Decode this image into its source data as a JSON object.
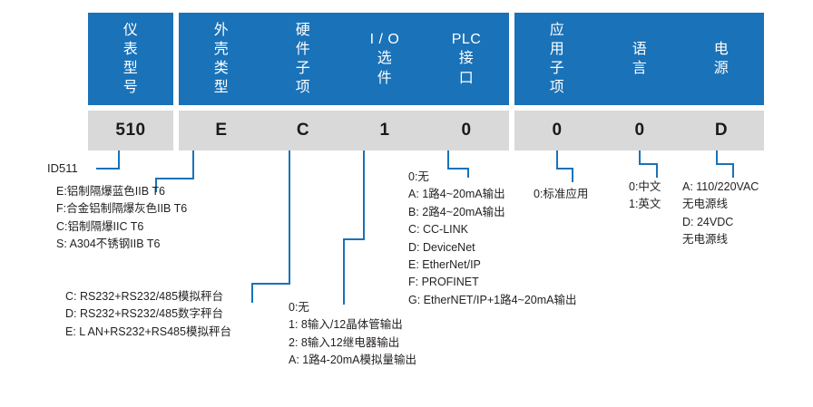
{
  "diagram": {
    "title": "ID511 model number configuration chart",
    "accent_color": "#1a72b8",
    "value_box_color": "#d9d9d9"
  },
  "segments": [
    {
      "id": "model",
      "header": "仪\n表\n型\n号",
      "value": "510"
    },
    {
      "id": "housing",
      "header": "外\n壳\n类\n型",
      "value": "E"
    },
    {
      "id": "hardware",
      "header": "硬\n件\n子\n项",
      "value": "C"
    },
    {
      "id": "io",
      "header": "I / O\n选\n件",
      "value": "1"
    },
    {
      "id": "plc",
      "header": "PLC\n接\n口",
      "value": "0"
    },
    {
      "id": "application",
      "header": "应\n用\n子\n项",
      "value": "0"
    },
    {
      "id": "language",
      "header": "语\n言",
      "value": "0"
    },
    {
      "id": "power",
      "header": "电\n源",
      "value": "D"
    }
  ],
  "notes": {
    "model": "ID511",
    "housing": "E:铝制隔爆蓝色IIB T6\nF:合金铝制隔爆灰色IIB T6\nC:铝制隔爆IIC T6\nS: A304不锈钢IIB T6",
    "hardware": "C: RS232+RS232/485模拟秤台\nD: RS232+RS232/485数字秤台\nE: L AN+RS232+RS485模拟秤台",
    "io": "0:无\n1: 8输入/12晶体管输出\n2: 8输入12继电器输出\nA: 1路4-20mA模拟量输出",
    "plc": "0:无\nA: 1路4~20mA输出\nB: 2路4~20mA输出\nC: CC-LINK\nD: DeviceNet\nE: EtherNet/IP\nF: PROFINET\nG: EtherNET/IP+1路4~20mA输出",
    "application": "0:标准应用",
    "language": "0:中文\n1:英文",
    "power": "A: 110/220VAC\n无电源线\nD: 24VDC\n无电源线"
  }
}
